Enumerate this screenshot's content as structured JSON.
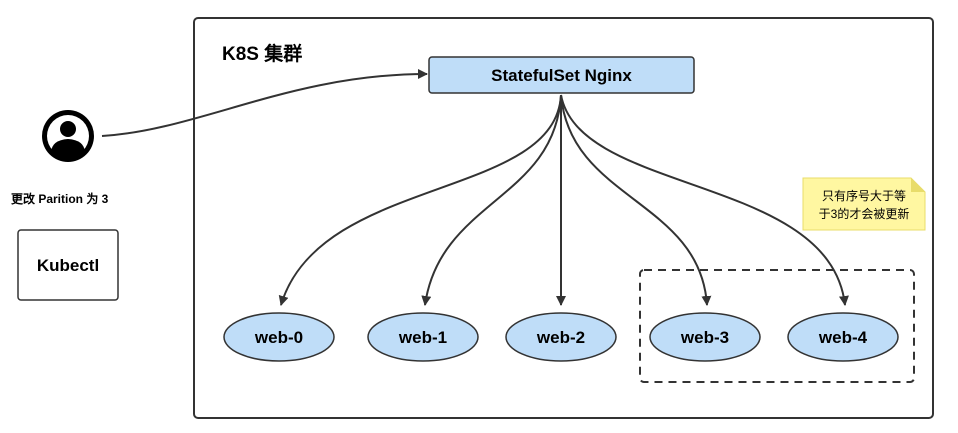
{
  "cluster": {
    "title": "K8S 集群"
  },
  "statefulset": {
    "label": "StatefulSet Nginx"
  },
  "user": {
    "action_label": "更改 Parition 为 3",
    "tool_label": "Kubectl"
  },
  "pods": [
    {
      "label": "web-0"
    },
    {
      "label": "web-1"
    },
    {
      "label": "web-2"
    },
    {
      "label": "web-3"
    },
    {
      "label": "web-4"
    }
  ],
  "note": {
    "line1": "只有序号大于等",
    "line2": "于3的才会被更新"
  },
  "colors": {
    "node_fill": "#bfddf8",
    "note_fill": "#fff7a1",
    "stroke": "#333333"
  }
}
